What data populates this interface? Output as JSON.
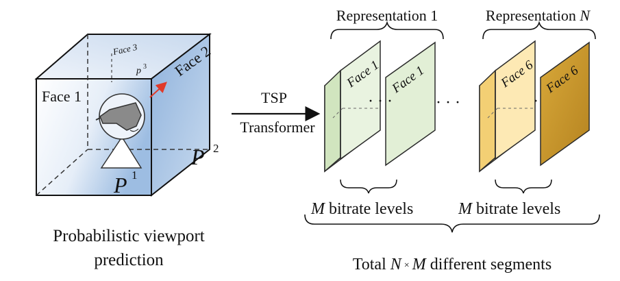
{
  "cube": {
    "face1": "Face 1",
    "face2": "Face 2",
    "face3": "Face 3",
    "p1": "P",
    "p1_sup": "1",
    "p2": "P",
    "p2_sup": "2",
    "p3": "p",
    "p3_sup": "3"
  },
  "caption": {
    "line1": "Probabilistic viewport",
    "line2": "prediction"
  },
  "arrow": {
    "top": "TSP",
    "bottom": "Transformer"
  },
  "representations": {
    "first": {
      "label": "Representation 1",
      "face_a": "Face 1",
      "face_b": "Face 1"
    },
    "last": {
      "label_prefix": "Representation ",
      "label_var": "N",
      "face_a": "Face 6",
      "face_b": "Face 6"
    }
  },
  "bitrate": {
    "var": "M",
    "text": " bitrate levels"
  },
  "total": {
    "prefix": "Total ",
    "n": "N",
    "times": "×",
    "m": "M",
    "suffix": " different segments"
  },
  "ellipsis": "· · ·",
  "colors": {
    "green_fill": "#e2efd6",
    "green_stroke": "#2b2b2b",
    "yellow_fill": "#fbe3a0",
    "yellow_dark": "#d4a632",
    "cube_blue": "#a9c6e6",
    "arrow_red": "#e03a2a"
  }
}
